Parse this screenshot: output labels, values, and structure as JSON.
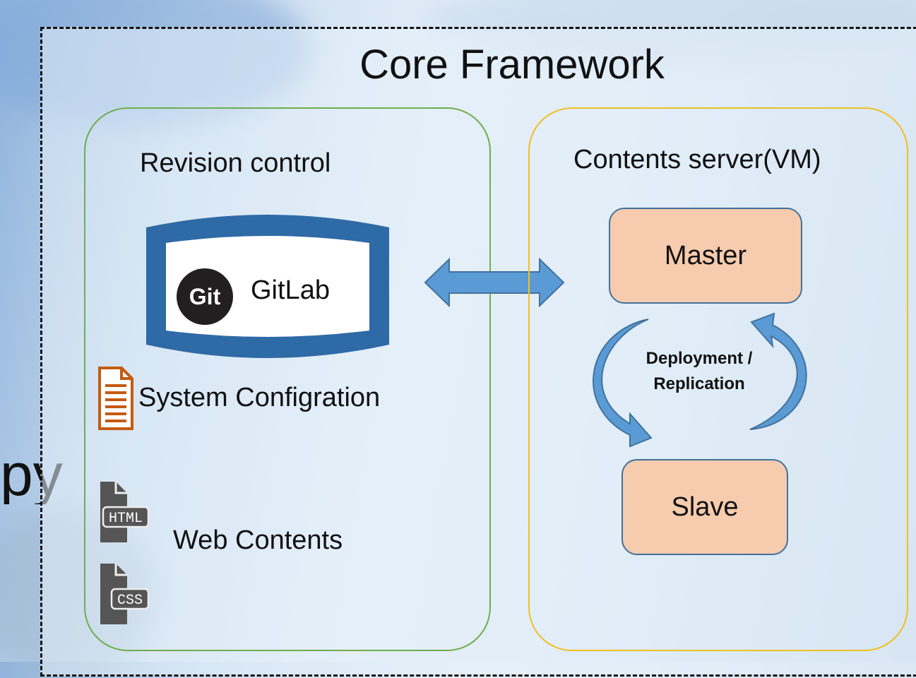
{
  "title": "Core Framework",
  "left_fragment": "py",
  "revision_panel": {
    "label": "Revision control",
    "repo": {
      "logo_text": "Git",
      "name": "GitLab"
    },
    "system_config": "System Configration",
    "web_contents": "Web Contents",
    "html_tag": "HTML",
    "css_tag": "CSS"
  },
  "server_panel": {
    "label": "Contents server(VM)",
    "master": "Master",
    "slave": "Slave",
    "cycle_line1": "Deployment /",
    "cycle_line2": "Replication"
  },
  "colors": {
    "green_border": "#6fae4e",
    "yellow_border": "#f0c020",
    "node_fill": "#f7cbad",
    "arrow_fill": "#5b9bd5",
    "cylinder": "#2e6aa5"
  }
}
